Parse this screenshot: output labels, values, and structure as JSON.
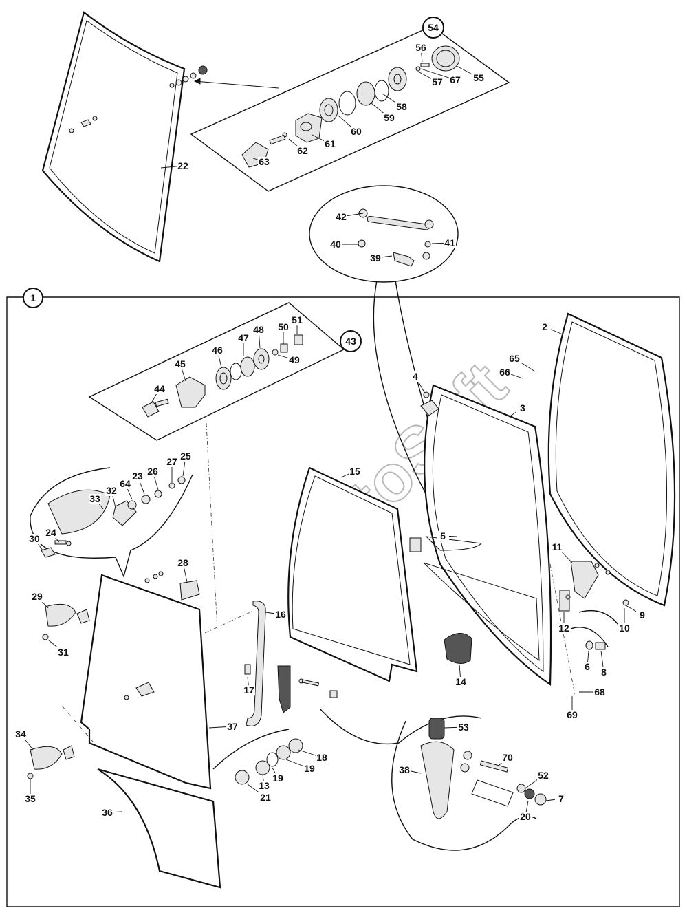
{
  "watermark": "AutoSoft",
  "callouts": [
    "1",
    "43",
    "54"
  ],
  "labels": [
    "2",
    "3",
    "4",
    "5",
    "6",
    "7",
    "8",
    "9",
    "10",
    "11",
    "12",
    "13",
    "14",
    "15",
    "16",
    "17",
    "18",
    "19",
    "19",
    "20",
    "21",
    "22",
    "23",
    "24",
    "25",
    "26",
    "27",
    "28",
    "29",
    "30",
    "31",
    "32",
    "33",
    "34",
    "35",
    "36",
    "37",
    "38",
    "39",
    "40",
    "41",
    "42",
    "44",
    "45",
    "46",
    "47",
    "48",
    "49",
    "50",
    "51",
    "52",
    "53",
    "55",
    "56",
    "57",
    "58",
    "59",
    "60",
    "61",
    "62",
    "63",
    "64",
    "65",
    "66",
    "67",
    "68",
    "69",
    "70"
  ]
}
